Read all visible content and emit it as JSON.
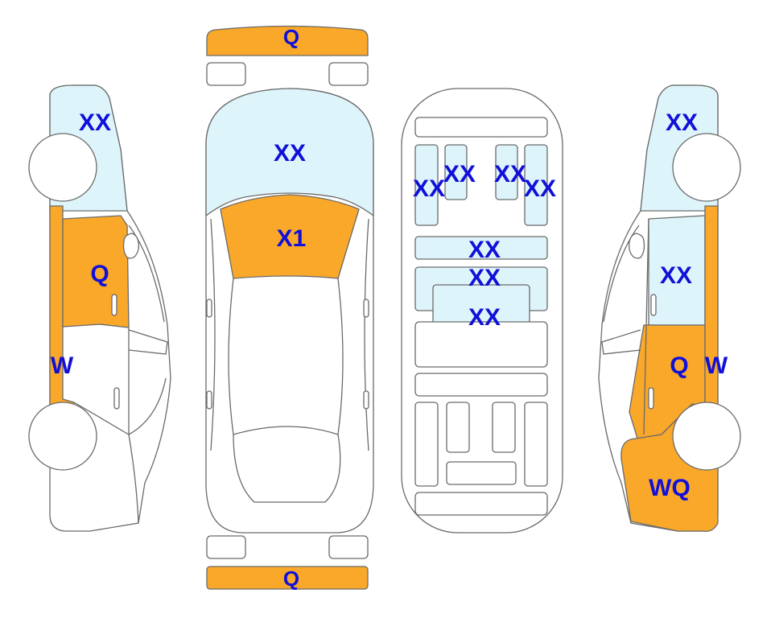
{
  "colors": {
    "damage_orange": "#f9a82a",
    "glass_blue": "#def4fb",
    "outline": "#6a6a6a",
    "label": "#1010d8"
  },
  "labels": {
    "front_bumper": "Q",
    "rear_bumper": "Q",
    "windshield": "XX",
    "hood": "X1",
    "left_front_fender": "XX",
    "left_front_door": "Q",
    "left_sill": "W",
    "right_front_fender": "XX",
    "right_front_door": "XX",
    "right_rear_door": "Q",
    "right_sill": "W",
    "right_rear_quarter": "WQ",
    "frame_left_outer": "XX",
    "frame_left_inner": "XX",
    "frame_right_inner": "XX",
    "frame_right_outer": "XX",
    "frame_crossmember_1": "XX",
    "frame_crossmember_2": "XX",
    "frame_center_panel": "XX"
  }
}
